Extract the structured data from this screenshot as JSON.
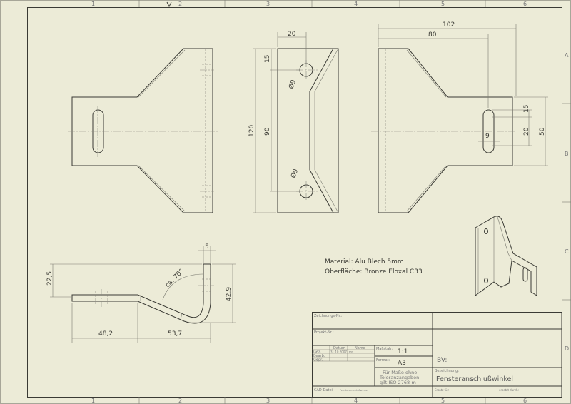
{
  "zones": {
    "columns": [
      "1",
      "2",
      "3",
      "4",
      "5",
      "6"
    ],
    "rows": [
      "A",
      "B",
      "C",
      "D"
    ]
  },
  "dimensions": {
    "mid_width": "20",
    "mid_height": "120",
    "mid_top": "15",
    "mid_holes": "90",
    "hole_top": "Ø9",
    "hole_bottom": "Ø9",
    "right_total": "102",
    "right_slot_pos": "80",
    "slot_15": "15",
    "slot_20": "20",
    "slot_50": "50",
    "slot_9": "9",
    "side_thick": "5",
    "side_22": "22,5",
    "side_429": "42,9",
    "side_482": "48,2",
    "side_537": "53,7",
    "side_angle": "ca. 70°"
  },
  "notes": {
    "material": "Material: Alu Blech 5mm",
    "surface": "Oberfläche: Bronze Eloxal C33"
  },
  "title_block": {
    "zeichnungs_nr": "Zeichnungs-Nr.:",
    "projekt_nr": "Projekt-Nr.:",
    "datum": "Datum",
    "name": "Name",
    "gez": "Gez.",
    "bearb": "Bearb.",
    "gepr": "Gepr.",
    "gez_date": "31.10.2007",
    "gez_name": "ms",
    "massstab_label": "Maßstab:",
    "massstab": "1:1",
    "format_label": "Format:",
    "format": "A3",
    "tolerance": [
      "Für Maße ohne",
      "Toleranzangaben",
      "gilt ISO 2768-m"
    ],
    "bv": "BV:",
    "bezeichnung_label": "Bezeichnung:",
    "bezeichnung": "Fensteranschlußwinkel",
    "cad_label": "CAD-Datei:",
    "cad_file": "Fensteranschlußwinkel",
    "ersatz_fuer": "Ersatz für:",
    "ersetzt_durch": "ersetzt durch:"
  }
}
